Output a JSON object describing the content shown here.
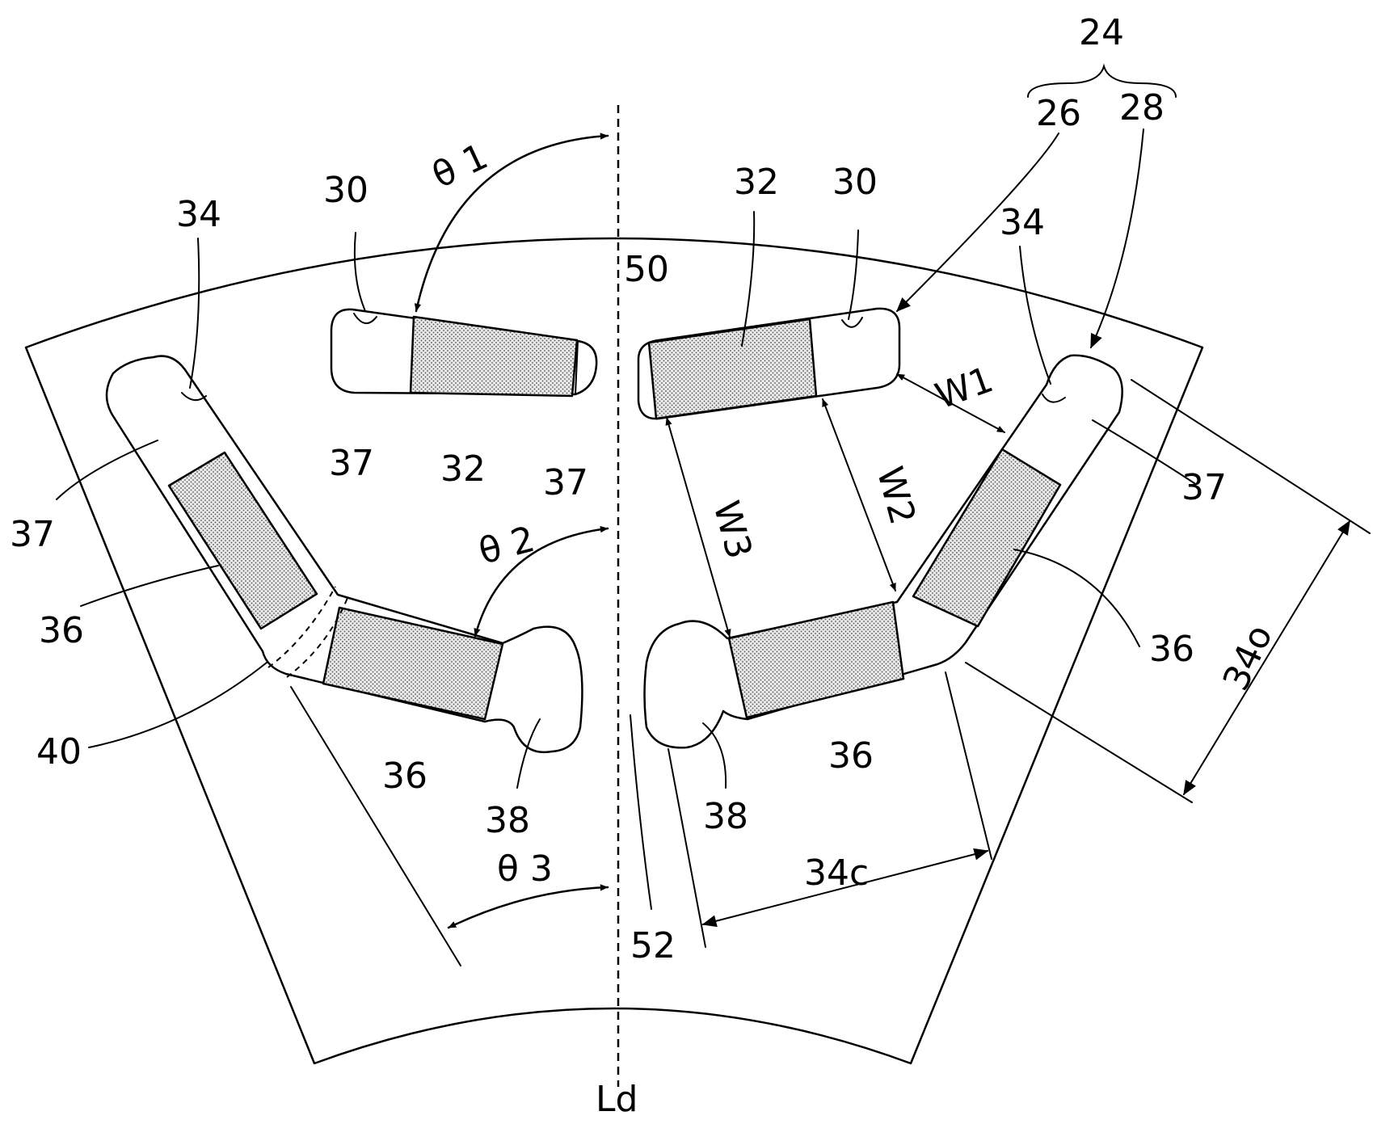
{
  "labels": {
    "axis": "Ld",
    "theta1": "θ 1",
    "theta2": "θ 2",
    "theta3": "θ 3",
    "ref_24": "24",
    "ref_26": "26",
    "ref_28": "28",
    "ref_30": "30",
    "ref_32": "32",
    "ref_34": "34",
    "ref_34o": "34o",
    "ref_34c": "34c",
    "ref_36": "36",
    "ref_37": "37",
    "ref_38": "38",
    "ref_40": "40",
    "ref_50": "50",
    "ref_52": "52",
    "w1": "W1",
    "w2": "W2",
    "w3": "W3"
  }
}
